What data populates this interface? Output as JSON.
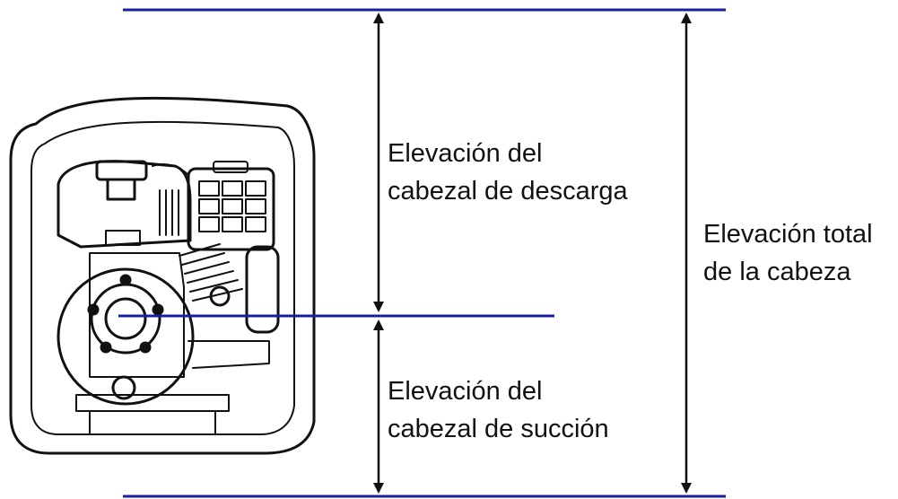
{
  "colors": {
    "reference_line": "#1a1fa0",
    "arrow": "#111111",
    "ink": "#111111"
  },
  "labels": {
    "discharge_head": [
      "Elevación del",
      "cabezal de descarga"
    ],
    "suction_head": [
      "Elevación del",
      "cabezal de succión"
    ],
    "total_head": [
      "Elevación total",
      "de la cabeza"
    ]
  },
  "illustration": "water-pump"
}
